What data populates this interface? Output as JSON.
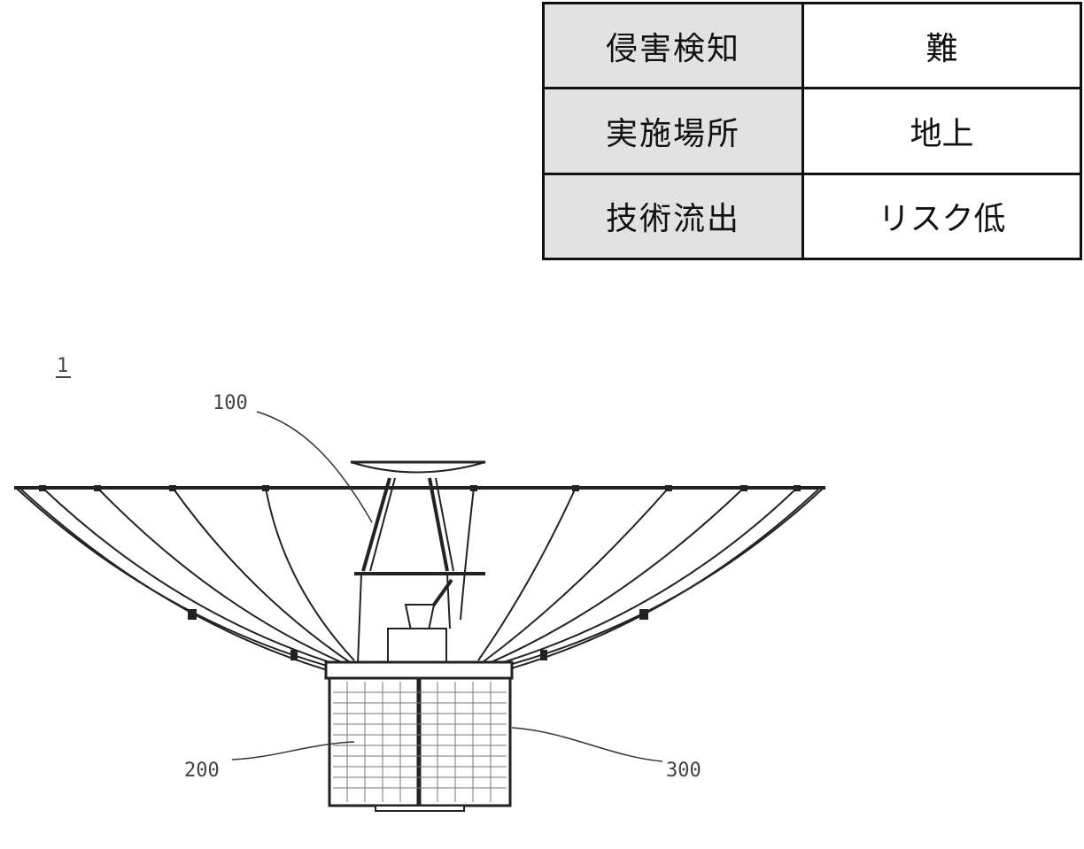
{
  "table": {
    "rows": [
      {
        "key": "侵害検知",
        "value": "難"
      },
      {
        "key": "実施場所",
        "value": "地上"
      },
      {
        "key": "技術流出",
        "value": "リスク低"
      }
    ]
  },
  "figure": {
    "ref_label": "1",
    "labels": {
      "antenna": "100",
      "left_panel": "200",
      "right_panel": "300"
    }
  }
}
